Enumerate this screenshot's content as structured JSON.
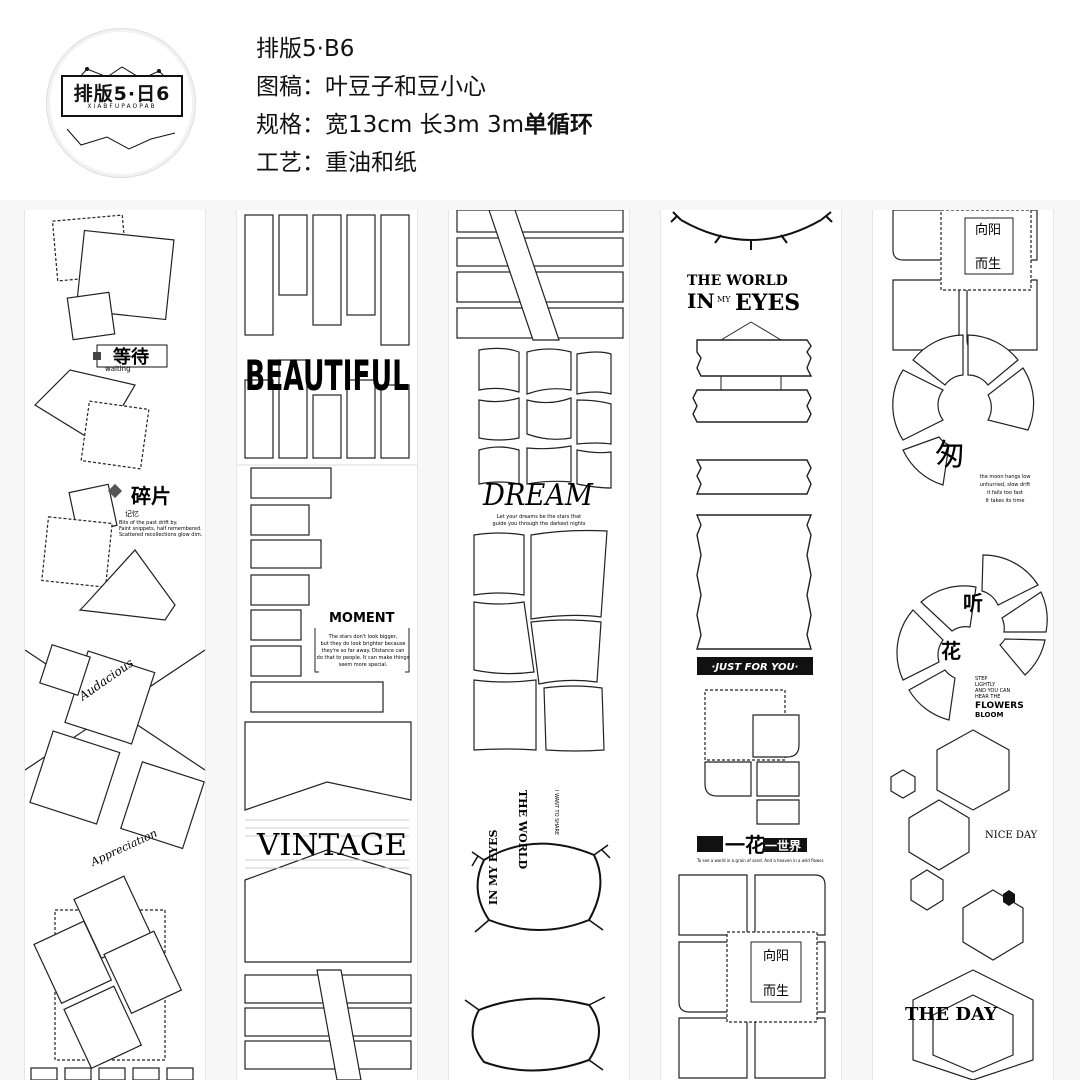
{
  "logo": {
    "title": "排版5·日6",
    "subtitle": "XIABFUPAOPAB"
  },
  "info": {
    "line1": "排版5·B6",
    "line2": "图稿：叶豆子和豆小心",
    "line3_prefix": "规格：宽13cm 长3m 3m",
    "line3_bold": "单循环",
    "line4": "工艺：重油和纸"
  },
  "strip1": {
    "waiting_cn": "等待",
    "waiting_en": "waiting",
    "fragment_cn": "碎片",
    "memory_cn": "记忆",
    "fragment_text": [
      "Bits of the past drift by.",
      "Faint snippets, half remembered.",
      "Scattered recollections glow dim."
    ],
    "audacious": "Audacious",
    "appreciation": "Appreciation"
  },
  "strip2": {
    "beautiful": "BEAUTIFUL",
    "moment_title": "MOMENT",
    "moment_text": [
      "The stars don't look bigger,",
      "but they do look brighter because",
      "they're so far away. Distance can",
      "do that to people. It can make things",
      "seem more special."
    ],
    "vintage": "VINTAGE"
  },
  "strip3": {
    "dream": "DREAM",
    "dream_sub": [
      "Let your dreams be the stars that",
      "guide you through the darkest nights"
    ],
    "vertical_a": "I WANT TO SHARE",
    "vertical_b": "THE WORLD",
    "vertical_c": "IN MY EYES"
  },
  "strip4": {
    "world_line1": "THE WORLD",
    "world_line2a": "IN",
    "world_line2b": "MY",
    "world_line2c": "EYES",
    "just_for_you": "·JUST FOR YOU·",
    "flower_a": "一花",
    "flower_b": "一世界",
    "flower_sub": "To see a world in a grain of sand. And a heaven in a wild flower.",
    "xiangyang": "向阳",
    "ersheng": "而生"
  },
  "strip5": {
    "xiangyang": "向阳",
    "ersheng": "而生",
    "cong": "匆",
    "moon_text": [
      "the moon hangs low",
      "unhurried, slow drift",
      "it falls too fast",
      "It takes its time"
    ],
    "ting": "听",
    "hua": "花",
    "flowers_text": [
      "STEP",
      "LIGHTLY",
      "AND YOU CAN",
      "HEAR THE"
    ],
    "flowers_big": "FLOWERS",
    "bloom": "BLOOM",
    "nice_day": "NICE DAY",
    "the_day": "THE DAY"
  }
}
